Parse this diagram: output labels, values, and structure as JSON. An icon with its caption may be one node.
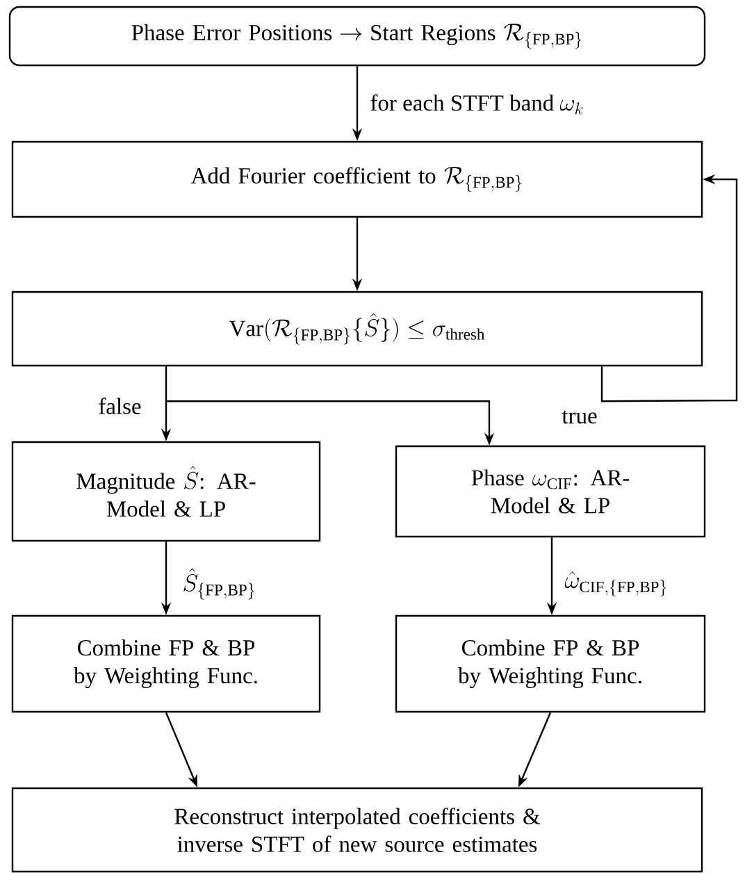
{
  "diagram": {
    "nodes": [
      {
        "text": [
          "\\text{Phase Error Positions} \\to \\text{Start Regions } \\mathcal{R}_{\\{\\mathrm{FP,BP}\\}}"
        ]
      },
      {
        "text": [
          "\\text{Add Fourier coefficient to } \\mathcal{R}_{\\{\\mathrm{FP,BP}\\}}"
        ]
      },
      {
        "text": [
          "\\mathrm{Var}(\\mathcal{R}_{\\{\\mathrm{FP,BP}\\}}\\{\\hat{S}\\}) \\leq \\sigma_{\\mathrm{thresh}}"
        ]
      },
      {
        "text": [
          "\\text{Magnitude } \\hat{S}\\text{: AR-}\\allowbreak\\text{Model \\& LP}"
        ]
      },
      {
        "text": [
          "\\text{Phase } \\omega_{\\mathrm{CIF}}\\text{: AR-}\\allowbreak\\text{Model \\& LP}"
        ]
      },
      {
        "text": [
          "Combine FP & BP by Weighting Func."
        ]
      },
      {
        "text": [
          "Combine FP & BP by Weighting Func."
        ]
      },
      {
        "text": [
          "Reconstruct interpolated coefficients & inverse STFT of new source estimates"
        ]
      }
    ],
    "edges": [
      {
        "from": 0,
        "to": 1,
        "arrow": "to",
        "label": "\\text{for each STFT band } \\omega_k"
      },
      {
        "from": 1,
        "to": 2,
        "arrow": "to"
      },
      {
        "from": 2,
        "to": 3,
        "arrow": "to",
        "label": "false"
      },
      {
        "from": 2,
        "to": 4,
        "arrow": "to"
      },
      {
        "from": 2,
        "to": 1,
        "arrow": "to",
        "label": "true"
      },
      {
        "from": 3,
        "to": 5,
        "arrow": "to",
        "label": "\\hat{S}_{\\{\\mathrm{FP,BP}\\}}"
      },
      {
        "from": 4,
        "to": 6,
        "arrow": "to",
        "label": "\\hat{\\omega}_{\\mathrm{CIF},\\{\\mathrm{FP,BP}\\}}"
      },
      {
        "from": 5,
        "to": 7,
        "arrow": "to"
      },
      {
        "from": 6,
        "to": 7,
        "arrow": "to"
      }
    ]
  }
}
